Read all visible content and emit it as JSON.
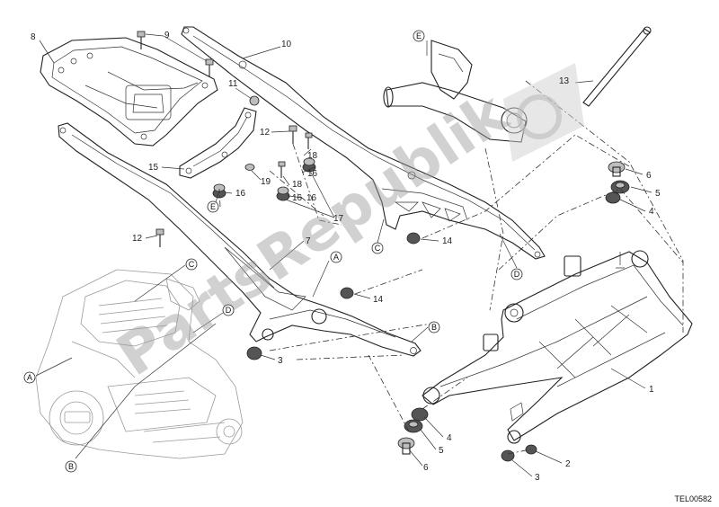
{
  "diagram": {
    "part_numbers": [
      "1",
      "2",
      "3",
      "4",
      "5",
      "6",
      "7",
      "8",
      "9",
      "10",
      "11",
      "12",
      "13",
      "14",
      "15",
      "16",
      "17",
      "18",
      "19"
    ],
    "callouts": [
      {
        "number": "8"
      },
      {
        "number": "9"
      },
      {
        "number": "10"
      },
      {
        "number": "11"
      },
      {
        "number": "12"
      },
      {
        "number": "12"
      },
      {
        "number": "15"
      },
      {
        "number": "16"
      },
      {
        "number": "16"
      },
      {
        "number": "16"
      },
      {
        "number": "16"
      },
      {
        "number": "17"
      },
      {
        "number": "18"
      },
      {
        "number": "18"
      },
      {
        "number": "19"
      },
      {
        "number": "7"
      },
      {
        "number": "14"
      },
      {
        "number": "14"
      },
      {
        "number": "3"
      },
      {
        "number": "13"
      },
      {
        "number": "6"
      },
      {
        "number": "5"
      },
      {
        "number": "4"
      },
      {
        "number": "1"
      },
      {
        "number": "4"
      },
      {
        "number": "5"
      },
      {
        "number": "6"
      },
      {
        "number": "2"
      },
      {
        "number": "3"
      }
    ],
    "reference_markers": [
      "E",
      "E",
      "C",
      "D",
      "A",
      "B",
      "C",
      "D",
      "A",
      "B"
    ],
    "watermark_text": "PartsRepublik",
    "drawing_code": "TEL00582"
  }
}
